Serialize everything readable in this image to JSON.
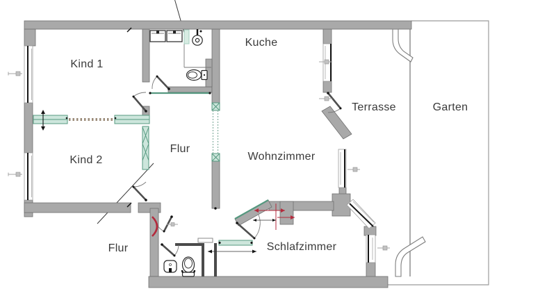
{
  "plan": {
    "type": "apartment-floor-plan",
    "rooms": {
      "kind1": "Kind 1",
      "kind2": "Kind 2",
      "flur_upper": "Flur",
      "flur_lower": "Flur",
      "kuche": "Kuche",
      "wohnzimmer": "Wohnzimmer",
      "terrasse": "Terrasse",
      "garten": "Garten",
      "schlafzimmer": "Schlafzimmer"
    }
  },
  "colors": {
    "wall-fill": "#a9a9a9",
    "wall-stroke": "#6f6f6f",
    "new-wall-fill": "#cde6dc",
    "new-wall-stroke": "#55987f",
    "annotation-red": "#b42a3c",
    "label-text": "#3a3a3a",
    "boundary-line": "#9b9b9b"
  },
  "icons": {
    "window": "double-line-window",
    "door": "quarter-arc-swing",
    "sink": "rect-basin",
    "toilet": "oval-bowl",
    "shower": "round-head-with-arm",
    "gate": "curved-gate-swing",
    "new_wall_marker": "teal-bar",
    "demolition_marker": "x-hatch-dashed",
    "dimension_marker": "gray-arrow-square",
    "annotation_chevron": "red-chevron"
  }
}
